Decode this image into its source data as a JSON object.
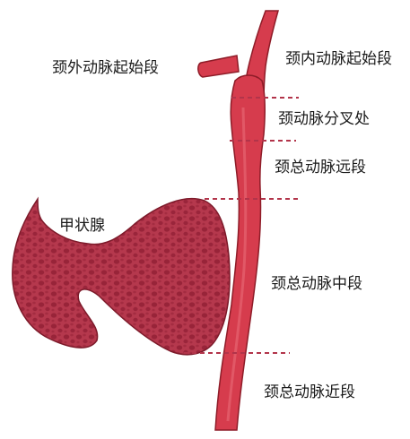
{
  "labels": {
    "ext_carotid_origin": "颈外动脉起始段",
    "int_carotid_origin": "颈内动脉起始段",
    "bifurcation": "颈动脉分叉处",
    "distal_common": "颈总动脉远段",
    "thyroid": "甲状腺",
    "mid_common": "颈总动脉中段",
    "proximal_common": "颈总动脉近段"
  },
  "colors": {
    "artery_fill": "#d63c4d",
    "artery_outline": "#8e1c28",
    "thyroid_fill": "#b5384d",
    "thyroid_cells": "#8f1d33",
    "dashed_line": "#b2344a"
  }
}
